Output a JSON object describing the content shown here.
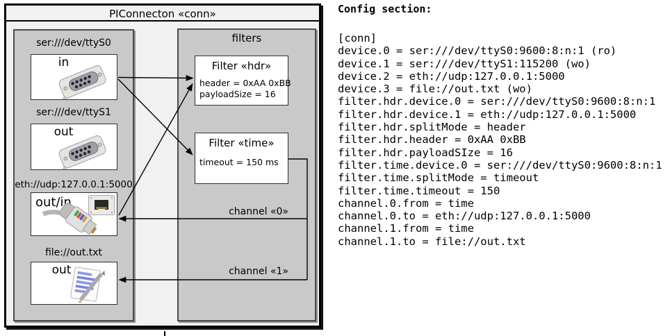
{
  "diagram": {
    "title": "PIConnecton «conn»",
    "devices": [
      {
        "label": "ser:///dev/ttyS0",
        "title": "in",
        "icon": "serial-connector-icon"
      },
      {
        "label": "ser:///dev/ttyS1",
        "title": "out",
        "icon": "serial-connector-icon"
      },
      {
        "label": "eth://udp:127.0.0.1:5000",
        "title": "out/in",
        "icon": "ethernet-connector-icon"
      },
      {
        "label": "file://out.txt",
        "title": "out",
        "icon": "notepad-icon"
      }
    ],
    "filters_group_title": "filters",
    "filters": [
      {
        "title": "Filter «hdr»",
        "attrs": [
          "header = 0xAA 0xBB",
          "payloadSize = 16"
        ]
      },
      {
        "title": "Filter «time»",
        "attrs": [
          "timeout = 150 ms"
        ]
      }
    ],
    "channels": [
      {
        "label": "channel «0»"
      },
      {
        "label": "channel «1»"
      }
    ],
    "colors": {
      "frame_fill": "#f1f1f1",
      "group_fill": "#c9c9c9",
      "box_fill": "#ffffff",
      "line": "#000000"
    }
  },
  "config": {
    "heading": "Config section:",
    "lines": [
      "[conn]",
      "device.0 = ser:///dev/ttyS0:9600:8:n:1 (ro)",
      "device.1 = ser:///dev/ttyS1:115200 (wo)",
      "device.2 = eth://udp:127.0.0.1:5000",
      "device.3 = file://out.txt (wo)",
      "filter.hdr.device.0 = ser:///dev/ttyS0:9600:8:n:1",
      "filter.hdr.device.1 = eth://udp:127.0.0.1:5000",
      "filter.hdr.splitMode = header",
      "filter.hdr.header = 0xAA 0xBB",
      "filter.hdr.payloadSIze = 16",
      "filter.time.device.0 = ser:///dev/ttyS0:9600:8:n:1",
      "filter.time.splitMode = timeout",
      "filter.time.timeout = 150",
      "channel.0.from = time",
      "channel.0.to = eth://udp:127.0.0.1:5000",
      "channel.1.from = time",
      "channel.1.to = file://out.txt"
    ]
  }
}
